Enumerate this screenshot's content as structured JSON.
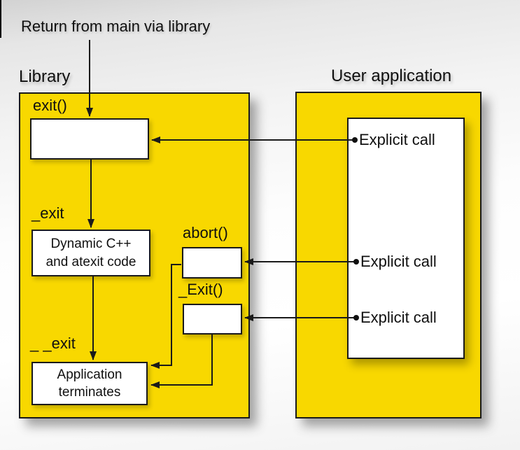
{
  "colors": {
    "panel_yellow": "#F8D800",
    "outline": "#1A1A1A",
    "box_fill": "#FFFFFF"
  },
  "annotation": {
    "return_label": "Return from main via library"
  },
  "library": {
    "title": "Library",
    "exit_label": "exit()",
    "under_exit_label": "_exit",
    "abort_label": "abort()",
    "big_exit_label": "_Exit()",
    "double_under_exit_label": "_ _exit",
    "dynamic_box": [
      "Dynamic C++",
      "and atexit code"
    ],
    "terminates_box": [
      "Application",
      "terminates"
    ]
  },
  "user_application": {
    "title": "User application",
    "calls": [
      {
        "label": "Explicit call"
      },
      {
        "label": "Explicit call"
      },
      {
        "label": "Explicit call"
      }
    ]
  }
}
